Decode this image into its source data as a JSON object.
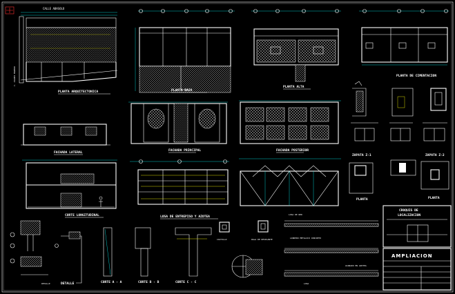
{
  "sheet": {
    "labels": {
      "calle": "CALLE ABASOLO",
      "calle_side": "C. JUAREZ MADERO",
      "planta_arq": "PLANTA ARQUITECTONICA",
      "planta_baja": "PLANTA BAJA",
      "planta_alta": "PLANTA ALTA",
      "planta_cim": "PLANTA DE CIMENTACION",
      "fachada_lat": "FACHADA LATERAL",
      "fachada_prin": "FACHADA PRINCIPAL",
      "fachada_post": "FACHADA POSTERIOR",
      "corte_long": "CORTE LONGITUDINAL",
      "losa_entrepiso": "LOSA DE ENTREPISO Y AZOTEA",
      "losa_red": "LOSA DE RED",
      "zapata1": "ZAPATA Z-1",
      "zapata2": "ZAPATA Z-2",
      "planta_a": "PLANTA",
      "planta_b": "PLANTA",
      "castillo": "CASTILLO",
      "dala": "DALA DE DESPLANTE",
      "detalle_a": "DETALLE",
      "detalle_b": "DETALLE",
      "corte_a": "CORTE A - A",
      "corte_b": "CORTE B - B",
      "corte_c": "CORTE C - C",
      "det_losa": "LOSA",
      "lmc": "LINDERO METALICO CONCRETO",
      "acabado": "ACABADO EN AZOTEA",
      "ampliacion": "AMPLIACION"
    },
    "croquis": {
      "title_1": "CROQUIS DE",
      "title_2": "LOCALIZACION"
    }
  }
}
